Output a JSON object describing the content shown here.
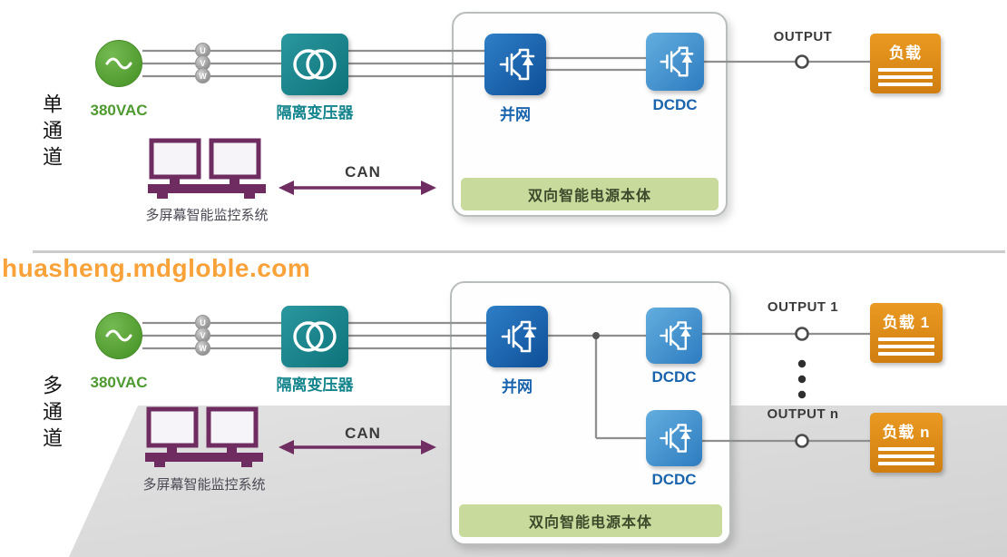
{
  "watermark": "huasheng.mdgloble.com",
  "single": {
    "side_label": "单通道",
    "source": "380VAC",
    "phases": [
      "U",
      "V",
      "W"
    ],
    "transformer": "隔离变压器",
    "grid_inverter": "并网",
    "dcdc": "DCDC",
    "output": "OUTPUT",
    "load": "负载",
    "can": "CAN",
    "monitor": "多屏幕智能监控系统",
    "enclosure": "双向智能电源本体"
  },
  "multi": {
    "side_label": "多通道",
    "source": "380VAC",
    "phases": [
      "U",
      "V",
      "W"
    ],
    "transformer": "隔离变压器",
    "grid_inverter": "并网",
    "dcdc_1": "DCDC",
    "dcdc_n": "DCDC",
    "output_1": "OUTPUT 1",
    "output_n": "OUTPUT n",
    "load_1": "负载 1",
    "load_n": "负载 n",
    "can": "CAN",
    "monitor": "多屏幕智能监控系统",
    "enclosure": "双向智能电源本体"
  },
  "colors": {
    "source_green": "#4f9a2e",
    "transformer_teal": "#15858d",
    "inverter_blue_dark": "#0e4f99",
    "dcdc_blue_light": "#2d7cc0",
    "load_orange": "#dd8816",
    "monitor_purple": "#6e2c60",
    "enclosure_label_green": "#c9db9c",
    "line_gray": "#8f8f8f",
    "watermark_orange": "#f9a23a",
    "floor_gray": "#d8d8d8"
  }
}
